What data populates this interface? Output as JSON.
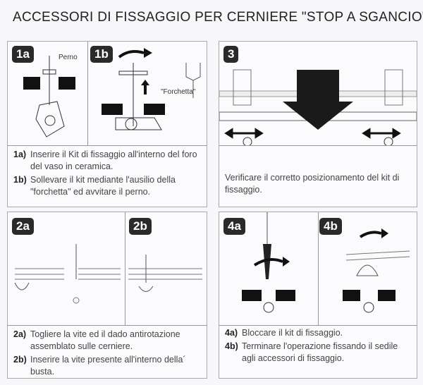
{
  "title": "ACCESSORI  DI  FISSAGGIO PER CERNIERE \"STOP A SGANCIO\"",
  "panel1": {
    "badge_a": "1a",
    "badge_b": "1b",
    "label_perno": "Perno",
    "label_forchetta": "\"Forchetta\"",
    "steps": [
      {
        "id": "1a)",
        "text": "Inserire il Kit di fissaggio all'interno del foro del vaso in ceramica."
      },
      {
        "id": "1b)",
        "text": "Sollevare il kit mediante l'ausilio della \"forchetta\" ed avvitare il perno."
      }
    ]
  },
  "panel3": {
    "badge": "3",
    "text": "Verificare il corretto posizionamento del  kit di fissaggio."
  },
  "panel2": {
    "badge_a": "2a",
    "badge_b": "2b",
    "steps": [
      {
        "id": "2a)",
        "text": "Togliere la vite ed il dado antirotazione assemblato sulle cerniere."
      },
      {
        "id": "2b)",
        "text": "Inserire la vite presente all'interno della´ busta."
      }
    ]
  },
  "panel4": {
    "badge_a": "4a",
    "badge_b": "4b",
    "steps": [
      {
        "id": "4a)",
        "text": "Bloccare il kit di fissaggio."
      },
      {
        "id": "4b)",
        "text": "Terminare l'operazione fissando il sedile agli accessori di fissaggio."
      }
    ]
  }
}
